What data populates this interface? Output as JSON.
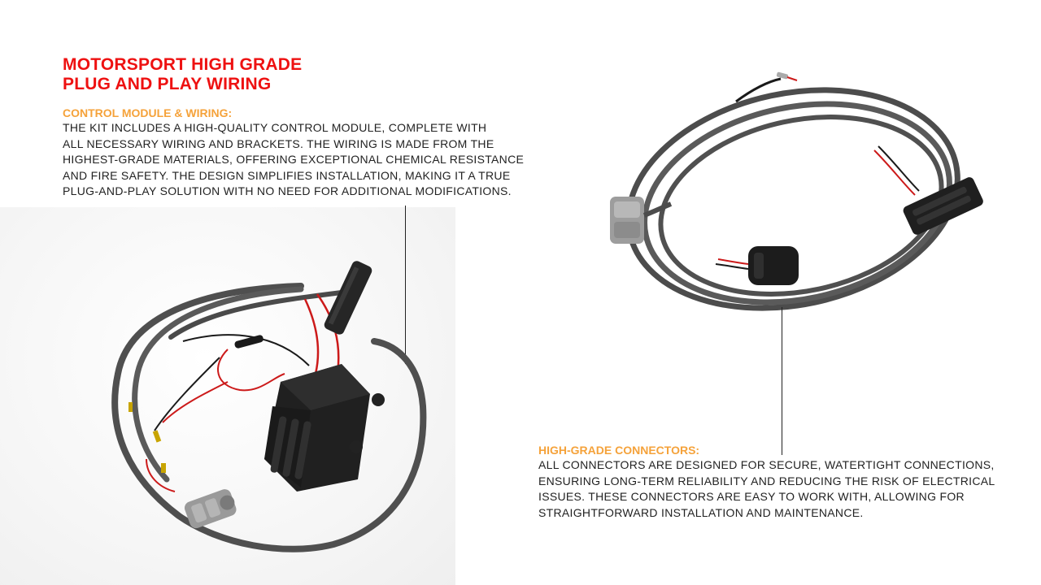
{
  "headline": "MOTORSPORT HIGH GRADE\nPLUG AND PLAY WIRING",
  "control_module": {
    "title": "CONTROL MODULE & WIRING:",
    "body": "THE KIT INCLUDES A HIGH-QUALITY CONTROL MODULE, COMPLETE WITH\nALL NECESSARY WIRING AND BRACKETS. THE WIRING IS MADE FROM THE\nHIGHEST-GRADE MATERIALS, OFFERING EXCEPTIONAL CHEMICAL RESISTANCE\nAND FIRE SAFETY. THE DESIGN SIMPLIFIES INSTALLATION, MAKING IT A TRUE\nPLUG-AND-PLAY SOLUTION WITH NO NEED FOR ADDITIONAL MODIFICATIONS."
  },
  "connectors": {
    "title": "HIGH-GRADE CONNECTORS:",
    "body": " ALL CONNECTORS ARE DESIGNED FOR SECURE, WATERTIGHT CONNECTIONS,\nENSURING LONG-TERM RELIABILITY AND REDUCING THE RISK OF ELECTRICAL\nISSUES. THESE CONNECTORS ARE EASY TO WORK WITH, ALLOWING FOR\nSTRAIGHTFORWARD INSTALLATION AND MAINTENANCE."
  },
  "colors": {
    "headline": "#ee1111",
    "section_title": "#f5a23a",
    "body_text": "#222222",
    "cable": "#555555",
    "wire_red": "#cc1a1a",
    "module_body": "#1e1e1e",
    "connector_grey": "#9a9a9a"
  },
  "images": {
    "left_photo": "wiring-harness-with-control-module",
    "right_photo": "coiled-cable-with-connectors"
  }
}
